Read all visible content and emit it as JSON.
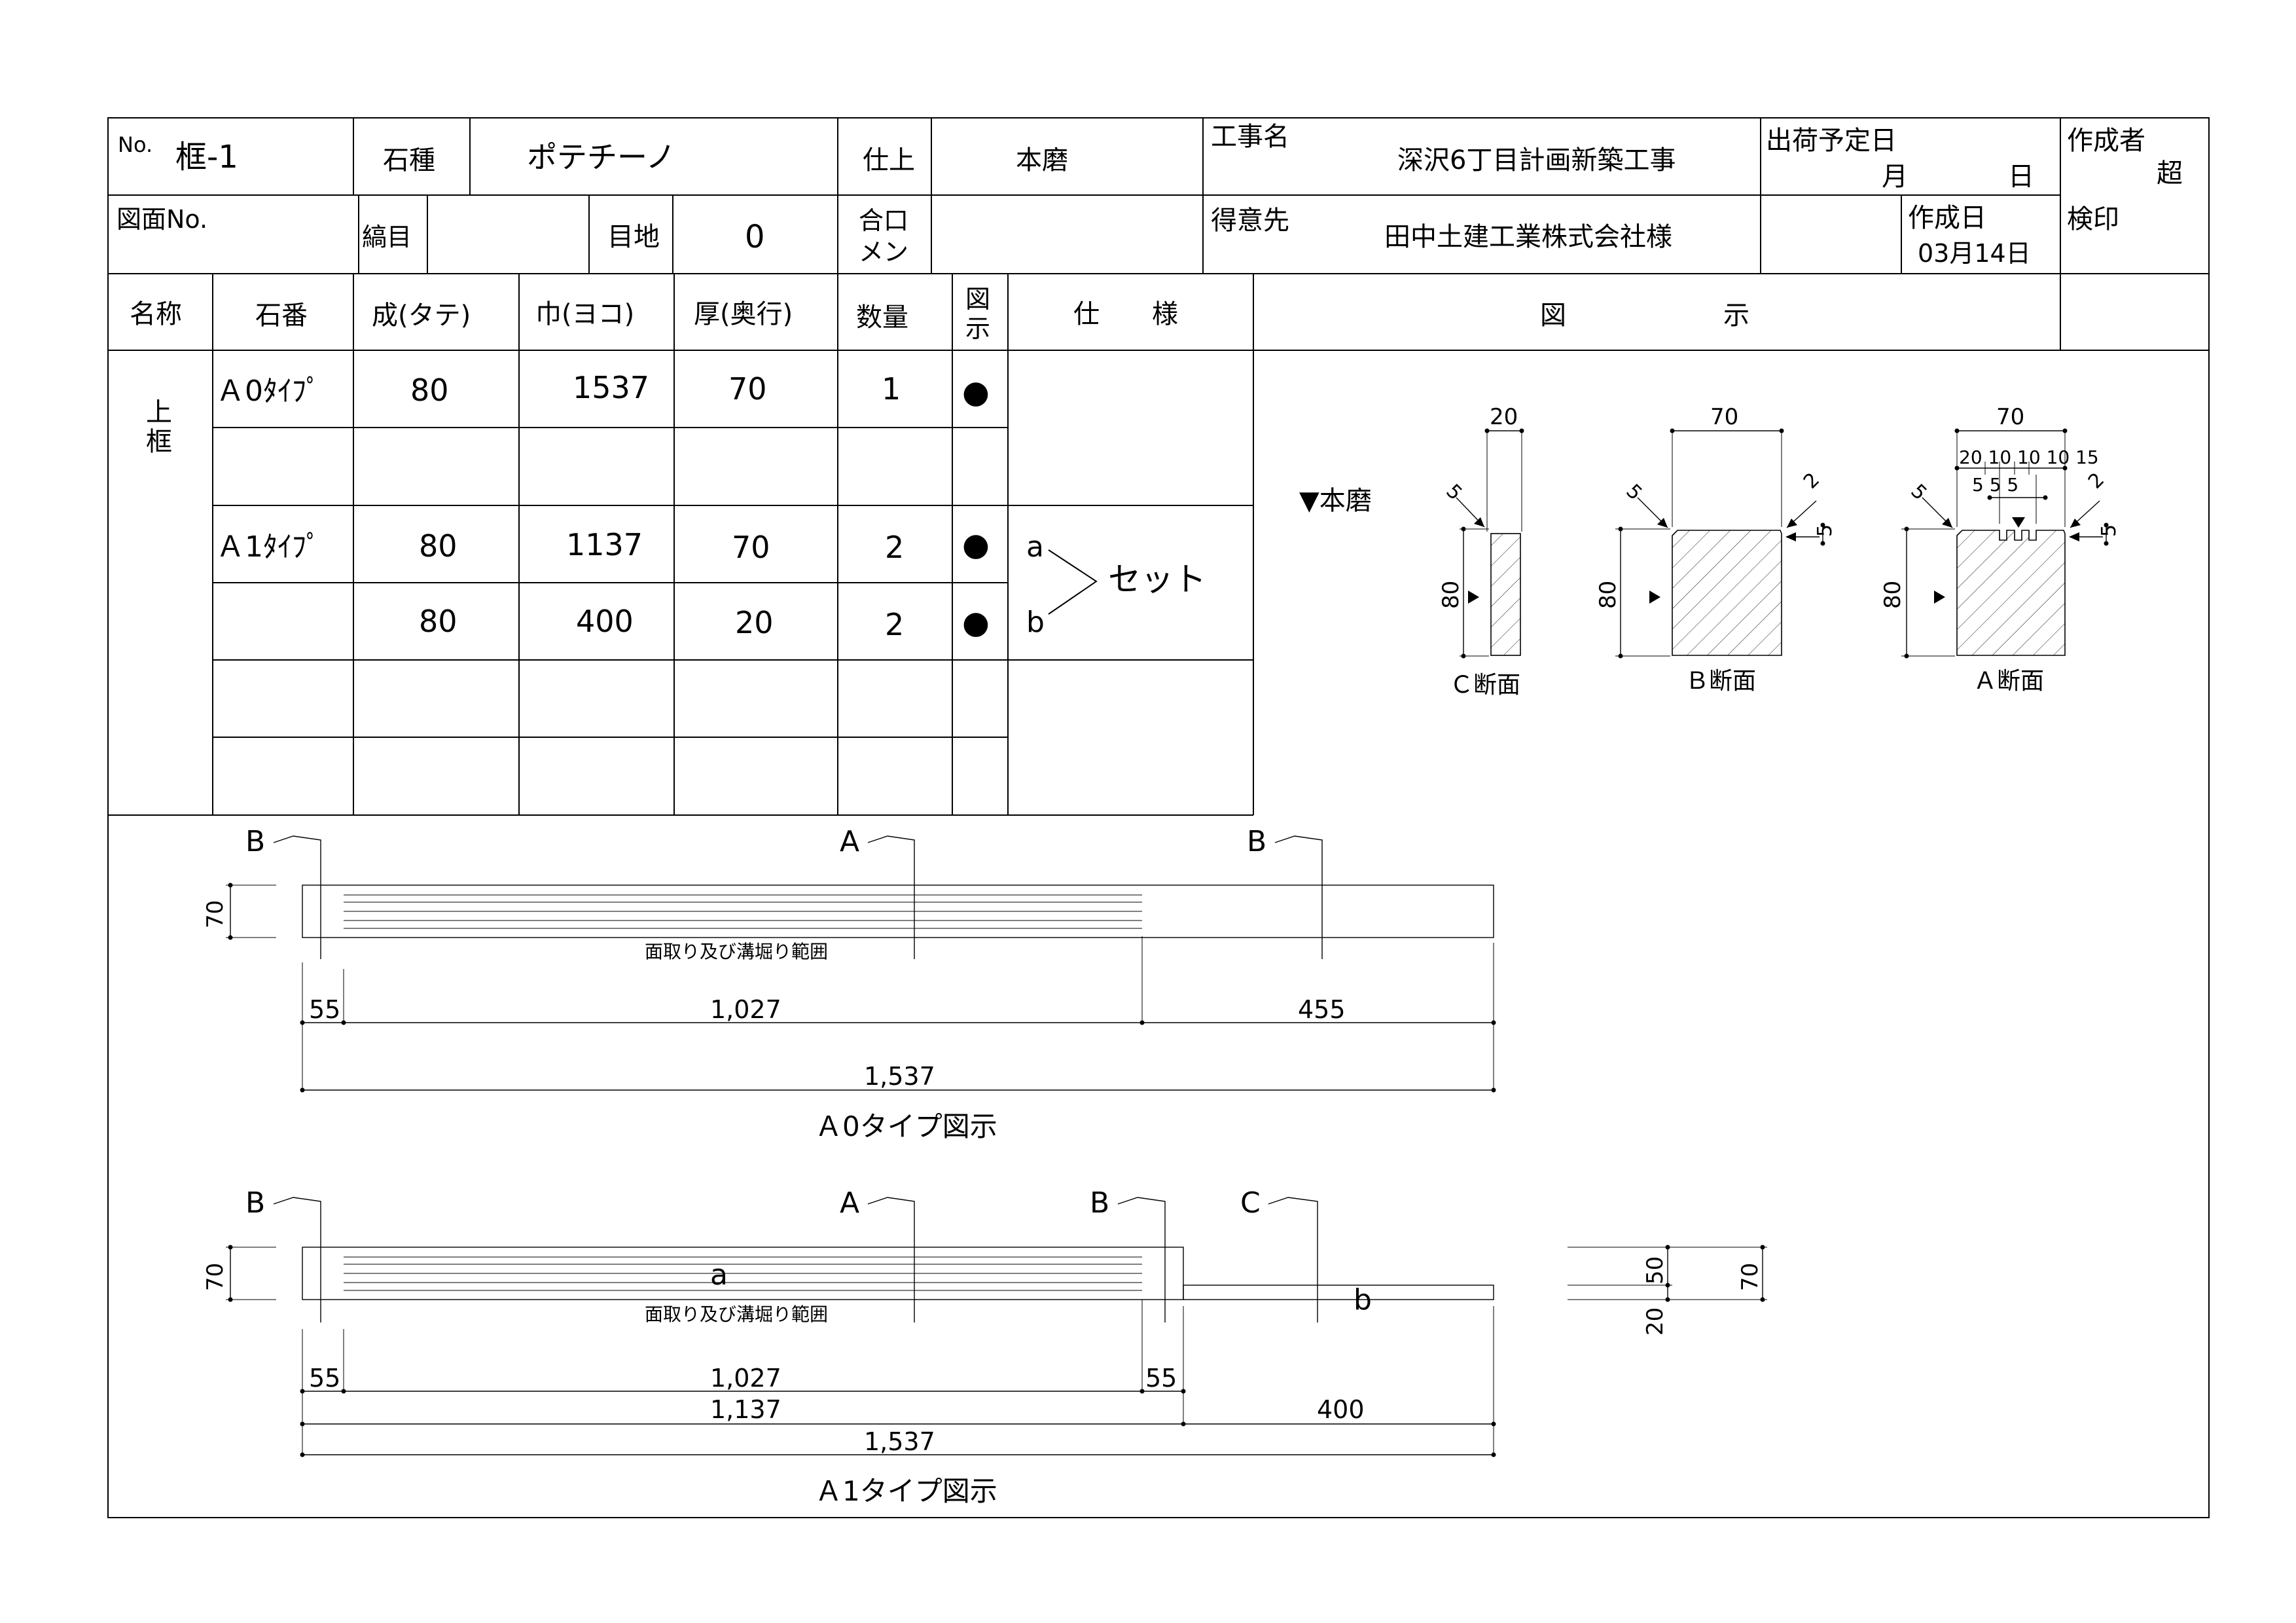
{
  "header": {
    "no_label": "No.",
    "no_value": "框-1",
    "stone_label": "石種",
    "stone_value": "ポテチーノ",
    "finish_label": "仕上",
    "finish_value": "本磨",
    "project_label": "工事名",
    "project_value": "深沢6丁目計画新築工事",
    "ship_label": "出荷予定日",
    "ship_month": "月",
    "ship_day": "日",
    "author_label": "作成者",
    "author_value": "超",
    "drawing_no_label": "図面No.",
    "stripe_label": "縞目",
    "joint_label": "目地",
    "joint_value": "0",
    "miter_label_1": "合口",
    "miter_label_2": "メン",
    "client_label": "得意先",
    "client_value": "田中土建工業株式会社様",
    "created_label": "作成日",
    "created_value": "03月14日",
    "stamp_label": "検印"
  },
  "columns": {
    "name": "名称",
    "stone_no": "石番",
    "height": "成(タテ)",
    "width": "巾(ヨコ)",
    "depth": "厚(奥行)",
    "qty": "数量",
    "figure_1": "図",
    "figure_2": "示",
    "spec": "仕　　様",
    "drawing": "図　　　　　　示"
  },
  "part_name": [
    "上",
    "框"
  ],
  "rows": [
    {
      "stone_no": "Ａ0ﾀｲﾌﾟ",
      "height": "80",
      "width": "1537",
      "depth": "70",
      "qty": "1",
      "mark": "●"
    },
    {
      "stone_no": "Ａ1ﾀｲﾌﾟ",
      "height": "80",
      "width": "1137",
      "depth": "70",
      "qty": "2",
      "mark": "●"
    },
    {
      "stone_no": "",
      "height": "80",
      "width": "400",
      "depth": "20",
      "qty": "2",
      "mark": "●"
    }
  ],
  "spec_note": {
    "a": "a",
    "b": "b",
    "label": "セット"
  },
  "sections": {
    "finish_mark": "▼本磨",
    "c": {
      "label": "Ｃ断面",
      "top": "20",
      "chamfer": "5",
      "height": "80"
    },
    "b": {
      "label": "Ｂ断面",
      "top": "70",
      "chamfer_left": "5",
      "chamfer_right": "2",
      "side": "5",
      "height": "80"
    },
    "a": {
      "label": "Ａ断面",
      "top": "70",
      "sub_top": "20 10 10 10 15",
      "grooves": "5  5  5",
      "chamfer_left": "5",
      "chamfer_right": "2",
      "side": "5",
      "height": "80"
    }
  },
  "a0": {
    "title": "Ａ0タイプ図示",
    "cut_b": "B",
    "cut_a": "A",
    "height": "70",
    "range_note": "面取り及び溝堀り範囲",
    "d1": "55",
    "d2": "1,027",
    "d3": "455",
    "total": "1,537"
  },
  "a1": {
    "title": "Ａ1タイプ図示",
    "cut_b": "B",
    "cut_a": "A",
    "cut_c": "C",
    "height": "70",
    "piece_a": "a",
    "piece_b": "b",
    "range_note": "面取り及び溝堀り範囲",
    "d1": "55",
    "d2": "1,027",
    "d3": "55",
    "d_sub": "1,137",
    "d_b": "400",
    "total": "1,537",
    "side_h1": "50",
    "side_h2": "20",
    "side_total": "70"
  }
}
